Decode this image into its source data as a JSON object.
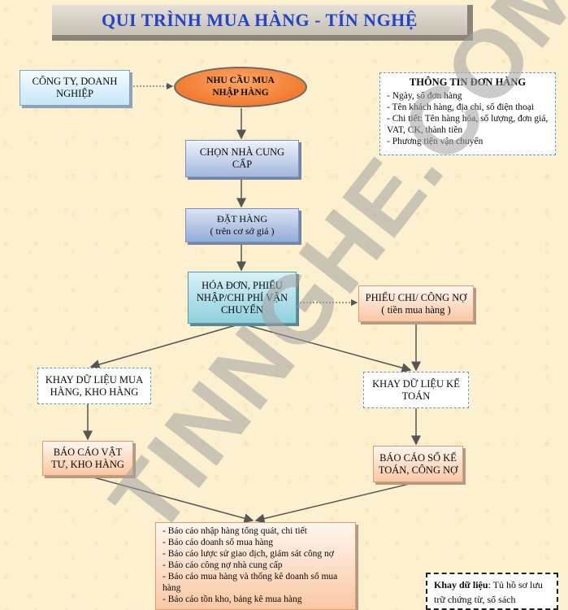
{
  "title": "QUI TRÌNH MUA HÀNG - TÍN NGHỆ",
  "nodes": {
    "company": [
      "CÔNG TY, DOANH",
      "NGHIỆP"
    ],
    "demand": [
      "NHU CẦU MUA",
      "NHẬP HÀNG"
    ],
    "choose_supplier": [
      "CHỌN NHÀ CUNG",
      "CẤP"
    ],
    "order": [
      "ĐẶT HÀNG",
      "( trên cơ sở giá )"
    ],
    "invoice": [
      "HÓA ĐƠN, PHIẾU",
      "NHẬP/CHI PHÍ VẬN",
      "CHUYỂN"
    ],
    "payment": [
      "PHIẾU CHI/ CÔNG NỢ",
      "( tiền mua hàng )"
    ],
    "purchase_tray": [
      "KHAY DỮ LIỆU MUA",
      "HÀNG, KHO HÀNG"
    ],
    "accounting_tray": [
      "KHAY DỮ LIỆU KẾ",
      "TOÁN"
    ],
    "material_report": [
      "BÁO CÁO VẬT",
      "TƯ, KHO HÀNG"
    ],
    "ledger_report": [
      "BÁO CÁO SỔ KẾ",
      "TOÁN, CÔNG NỢ"
    ]
  },
  "order_info": {
    "heading": "THÔNG TIN ĐƠN HÀNG",
    "items": [
      "- Ngày, số đơn hàng",
      "- Tên khách hàng, địa chỉ, số điện thoại",
      "- Chi tiết: Tên hàng hóa, số lượng, đơn giá,  VAT, CK, thành tiền",
      "- Phương tiện vận chuyển"
    ]
  },
  "reports": [
    "- Báo cáo nhập  hàng tổng quát, chi tiết",
    "- Báo cáo doanh số mua hàng",
    "- Báo cáo lược sử giao dịch, giám sát công nợ",
    "- Báo cáo công nợ nhà cung cấp",
    "- Báo cáo mua hàng và thống kê doanh số mua hàng",
    "- Báo cáo tồn kho, bảng kê mua hàng"
  ],
  "legend": {
    "label": "Khay dữ liệu",
    "text": ": Tủ hồ sơ lưu trữ chứng từ, sổ sách"
  },
  "watermark": "TINNGHE.COM",
  "colors": {
    "title": "#2244cc",
    "background": "#fdf0cf",
    "demand_ellipse": "#f47a28",
    "arrow": "#555555"
  }
}
